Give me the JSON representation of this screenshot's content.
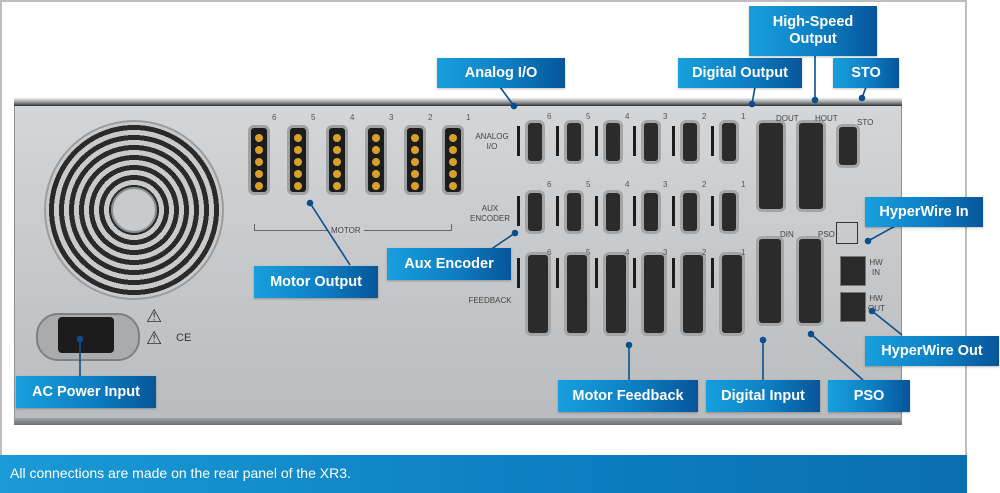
{
  "footer": {
    "caption": "All connections are made on the rear panel of the XR3."
  },
  "callouts": {
    "analog_io": "Analog I/O",
    "digital_output": "Digital Output",
    "high_speed_output": "High-Speed Output",
    "sto": "STO",
    "hyperwire_in": "HyperWire In",
    "hyperwire_out": "HyperWire Out",
    "motor_output": "Motor Output",
    "aux_encoder": "Aux Encoder",
    "ac_power_input": "AC Power Input",
    "motor_feedback": "Motor Feedback",
    "digital_input": "Digital Input",
    "pso": "PSO"
  },
  "panel_labels": {
    "motor": "MOTOR",
    "analog_io": "ANALOG I/O",
    "aux_encoder": "AUX ENCODER",
    "feedback": "FEEDBACK",
    "dout": "DOUT",
    "hout": "HOUT",
    "sto": "STO",
    "din": "DIN",
    "pso": "PSO",
    "hw_in": "HW IN",
    "hw_out": "HW OUT",
    "ce_mark": "CE"
  },
  "axis_numbers": [
    "6",
    "5",
    "4",
    "3",
    "2",
    "1"
  ],
  "colors": {
    "callout_light": "#18a0dc",
    "callout_dark": "#07559a",
    "footer": "#0b7dc0",
    "leader": "#0a4f8c"
  },
  "icons": {
    "warning": "⚠",
    "electric_warning": "⚠"
  }
}
